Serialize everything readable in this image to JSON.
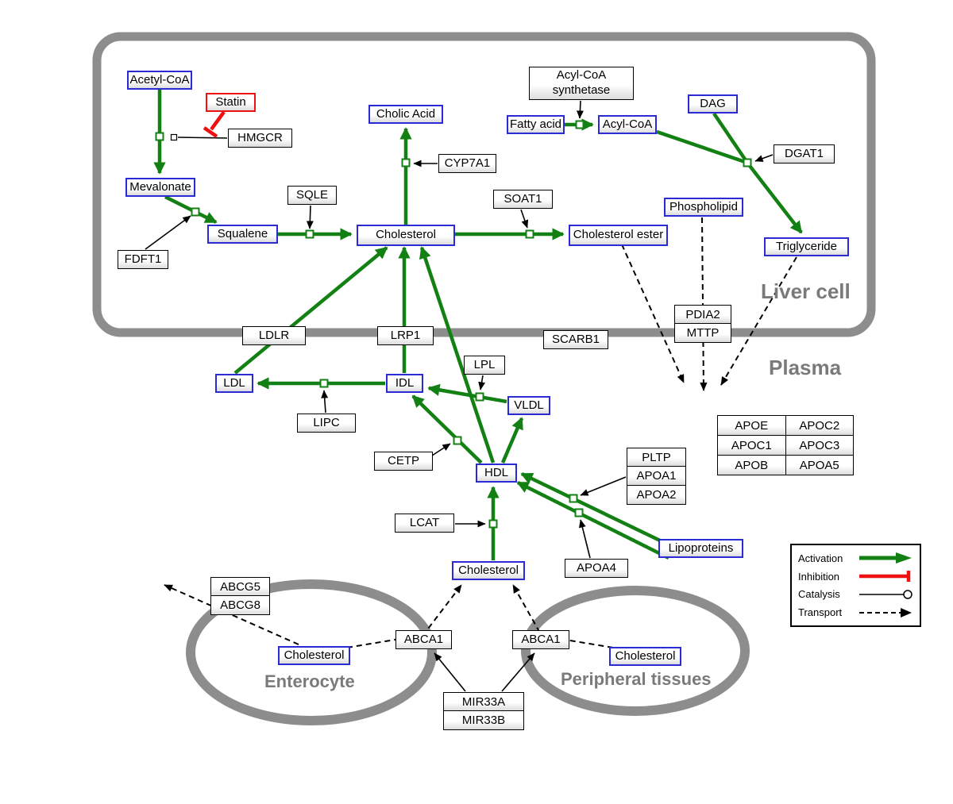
{
  "regions": {
    "liver_cell": "Liver cell",
    "plasma": "Plasma",
    "enterocyte": "Enterocyte",
    "peripheral_tissues": "Peripheral tissues"
  },
  "nodes": {
    "acetyl_coa": "Acetyl-CoA",
    "statin": "Statin",
    "hmgcr": "HMGCR",
    "mevalonate": "Mevalonate",
    "fdft1": "FDFT1",
    "squalene": "Squalene",
    "sqle": "SQLE",
    "cholesterol_liver": "Cholesterol",
    "cholic_acid": "Cholic Acid",
    "cyp7a1": "CYP7A1",
    "soat1": "SOAT1",
    "cholesterol_ester": "Cholesterol ester",
    "acyl_coa_synthetase": "Acyl-CoA synthetase",
    "fatty_acid": "Fatty acid",
    "acyl_coa": "Acyl-CoA",
    "dag": "DAG",
    "dgat1": "DGAT1",
    "phospholipid": "Phospholipid",
    "triglyceride": "Triglyceride",
    "ldlr": "LDLR",
    "lrp1": "LRP1",
    "scarb1": "SCARB1",
    "pdia2": "PDIA2",
    "mttp": "MTTP",
    "ldl": "LDL",
    "idl": "IDL",
    "lpl": "LPL",
    "vldl": "VLDL",
    "lipc": "LIPC",
    "cetp": "CETP",
    "hdl": "HDL",
    "pltp": "PLTP",
    "apoa1": "APOA1",
    "apoa2": "APOA2",
    "lcat": "LCAT",
    "apoa4": "APOA4",
    "lipoproteins": "Lipoproteins",
    "cholesterol_plasma": "Cholesterol",
    "abcg5": "ABCG5",
    "abcg8": "ABCG8",
    "cholesterol_enterocyte": "Cholesterol",
    "cholesterol_peripheral": "Cholesterol",
    "abca1_enterocyte": "ABCA1",
    "abca1_peripheral": "ABCA1",
    "mir33a": "MIR33A",
    "mir33b": "MIR33B"
  },
  "apolipoproteins": {
    "rows": [
      [
        "APOE",
        "APOC2"
      ],
      [
        "APOC1",
        "APOC3"
      ],
      [
        "APOB",
        "APOA5"
      ]
    ]
  },
  "legend": {
    "activation": "Activation",
    "inhibition": "Inhibition",
    "catalysis": "Catalysis",
    "transport": "Transport"
  },
  "colors": {
    "activation": "#128012",
    "inhibition": "#ee1111",
    "metabolite_border": "#2b2bd6",
    "membrane": "#8d8d8d",
    "region_label": "#7a7a7a"
  }
}
